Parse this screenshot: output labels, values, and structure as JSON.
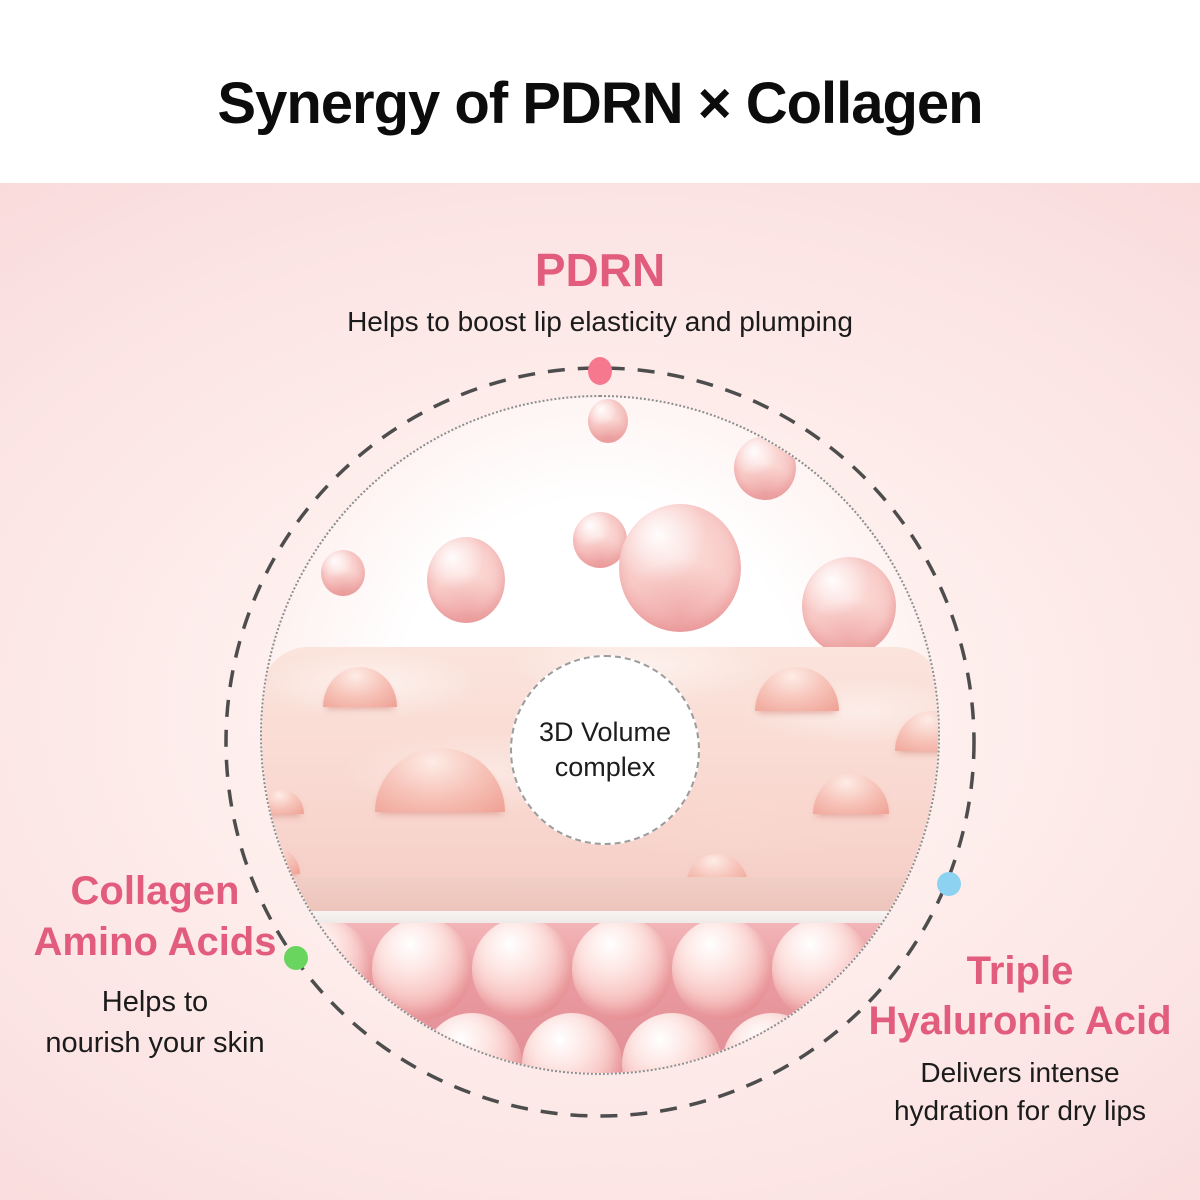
{
  "header": {
    "title": "Synergy of PDRN × Collagen"
  },
  "center_badge": {
    "lines": [
      "3D Volume",
      "complex"
    ]
  },
  "callouts": {
    "pdrn": {
      "title": "PDRN",
      "description": "Helps to boost lip elasticity and plumping",
      "dot_color": "#f5788e"
    },
    "collagen": {
      "title_lines": [
        "Collagen",
        "Amino Acids"
      ],
      "description_lines": [
        "Helps to",
        "nourish your skin"
      ],
      "dot_color": "#69d55f"
    },
    "hyaluronic": {
      "title_lines": [
        "Triple",
        "Hyaluronic Acid"
      ],
      "description_lines": [
        "Delivers intense",
        "hydration for dry lips"
      ],
      "dot_color": "#8ed2f1"
    }
  },
  "colors": {
    "accent_pink_text": "#e25c7d",
    "text_dark": "#1a1a1a",
    "background_pink": "#fbe2e2",
    "ring_stroke": "#4d4d4d"
  }
}
